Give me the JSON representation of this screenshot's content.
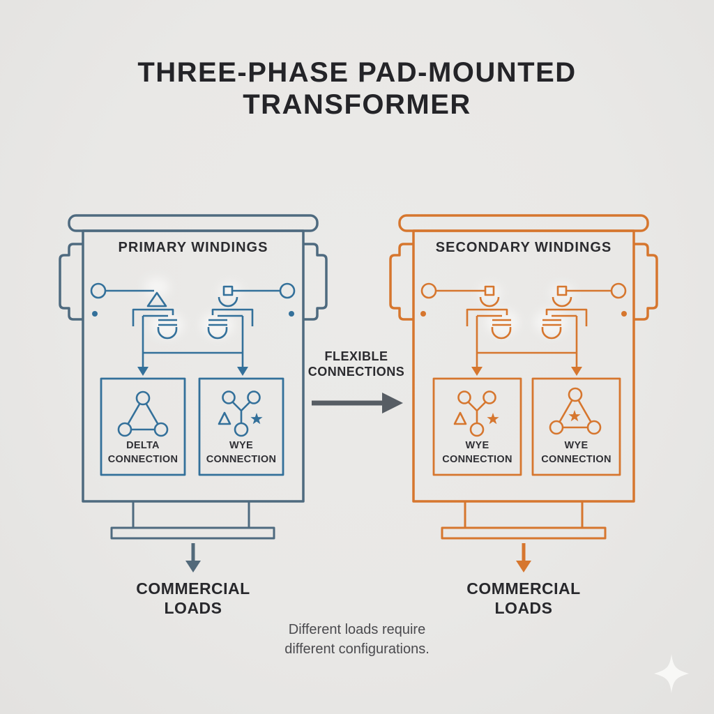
{
  "title": {
    "line1": "THREE-PHASE PAD-MOUNTED",
    "line2": "TRANSFORMER"
  },
  "left_transformer": {
    "header": "PRIMARY WINDINGS",
    "connection_boxes": [
      {
        "symbol_icon": "delta-triangle-with-node-circles-icon",
        "label_line1": "DELTA",
        "label_line2": "CONNECTION"
      },
      {
        "symbol_icon": "wye-with-node-circles-delta-and-star-icon",
        "label_line1": "WYE",
        "label_line2": "CONNECTION"
      }
    ],
    "load_line1": "COMMERCIAL",
    "load_line2": "LOADS"
  },
  "flexible_connections": {
    "line1": "FLEXIBLE",
    "line2": "CONNECTIONS"
  },
  "right_transformer": {
    "header": "SECONDARY WINDINGS",
    "connection_boxes": [
      {
        "symbol_icon": "wye-with-node-circles-delta-and-star-icon",
        "label_line1": "WYE",
        "label_line2": "CONNECTION"
      },
      {
        "symbol_icon": "delta-triangle-with-node-circles-and-star-icon",
        "label_line1": "WYE",
        "label_line2": "CONNECTION"
      }
    ],
    "load_line1": "COMMERCIAL",
    "load_line2": "LOADS"
  },
  "caption": {
    "line1": "Different loads require",
    "line2": "different configurations."
  },
  "icons": {
    "bottom_right": "four-point-sparkle-icon",
    "middle": "right-arrow-icon",
    "below_transformers": "down-arrow-icon",
    "bushings": "circle-terminal-icon, square-terminal-icon, arc-coil-icon, delta-terminal-icon"
  },
  "colors": {
    "background": "#e9e8e6",
    "primary_tank_slate": "#4e6a7f",
    "primary_symbol_blue": "#33709a",
    "primary_bottom_arrow": "#52697a",
    "secondary_orange": "#d6762e",
    "flexible_arrow_gray": "#575d64",
    "title_text": "#242428",
    "header_text": "#2b2b2f",
    "box_label_text": "#2f2f34",
    "loads_text": "#28282c",
    "caption_text": "#4a4a4e",
    "sparkle_white": "#f8f8f6"
  }
}
